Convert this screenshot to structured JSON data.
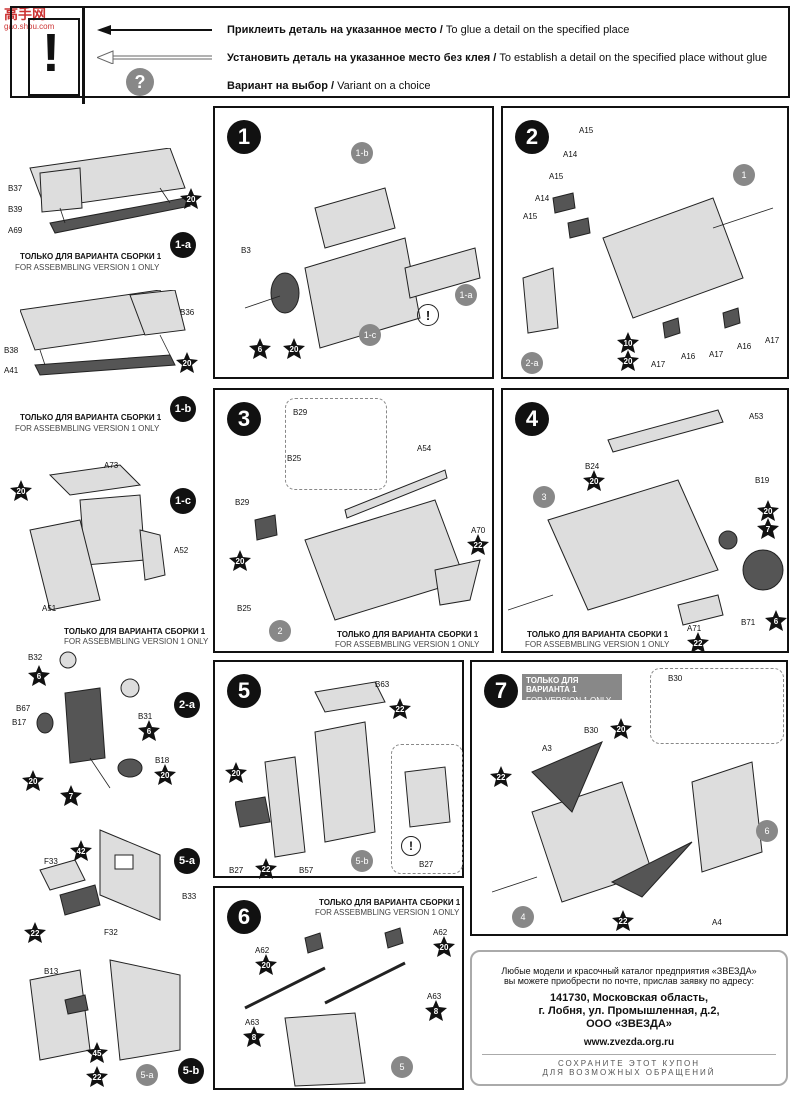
{
  "watermark": {
    "logo": "高手网",
    "sub": "gao.shou.com"
  },
  "legend": {
    "glue_ru": "Приклеить деталь на указанное место /",
    "glue_en": " To glue a detail on the specified place",
    "noglue_ru": "Установить деталь на указанное место без клея /",
    "noglue_en": " To establish a detail on the specified place without glue",
    "variant_ru": "Вариант на выбор /",
    "variant_en": " Variant on a choice",
    "exclaim": "!",
    "question": "?"
  },
  "sub_labels": [
    "1-a",
    "1-b",
    "1-c",
    "2-a",
    "5-a",
    "5-b"
  ],
  "steps": [
    "1",
    "2",
    "3",
    "4",
    "5",
    "6",
    "7"
  ],
  "notes": {
    "only_ru": "ТОЛЬКО ДЛЯ ВАРИАНТА СБОРКИ 1",
    "only_en": "FOR ASSEBMBLING VERSION  1 ONLY",
    "v1_ru": "ТОЛЬКО ДЛЯ ВАРИАНТА 1",
    "v1_en": "FOR VERSION  1 ONLY"
  },
  "parts": {
    "s1a": [
      "B37",
      "B39",
      "A69",
      "20"
    ],
    "s1b": [
      "B36",
      "B38",
      "A41",
      "20"
    ],
    "s1c": [
      "A73",
      "A52",
      "A51",
      "20"
    ],
    "s2a": [
      "B32",
      "6",
      "B67",
      "B17",
      "B31",
      "6",
      "B18",
      "20",
      "20",
      "7"
    ],
    "s5a": [
      "42",
      "F33",
      "B33",
      "F32",
      "22"
    ],
    "s5b": [
      "B13",
      "45",
      "22"
    ],
    "p1": [
      "1-b",
      "B3",
      "1-c",
      "1-a",
      "6",
      "20"
    ],
    "p2": [
      "A15",
      "A14",
      "A15",
      "A14",
      "A15",
      "1",
      "2-a",
      "A17",
      "A16",
      "A17",
      "A16",
      "A17",
      "10",
      "20"
    ],
    "p3": [
      "B29",
      "B25",
      "A54",
      "B29",
      "B25",
      "A70",
      "22",
      "20",
      "2"
    ],
    "p4": [
      "A53",
      "B24",
      "20",
      "B19",
      "3",
      "20",
      "7",
      "B71",
      "6",
      "A71",
      "22"
    ],
    "p5": [
      "B63",
      "22",
      "20",
      "B27",
      "22",
      "B57",
      "5-b",
      "B27"
    ],
    "p6": [
      "A62",
      "20",
      "A62",
      "20",
      "A63",
      "8",
      "A63",
      "8",
      "5"
    ],
    "p7": [
      "B30",
      "B30",
      "20",
      "A3",
      "22",
      "6",
      "4",
      "22",
      "A4"
    ]
  },
  "coupon": {
    "line1": "Любые модели и красочный каталог предприятия «ЗВЕЗДА»",
    "line2": "вы можете приобрести по почте, прислав заявку по адресу:",
    "addr1": "141730, Московская область,",
    "addr2": "г. Лобня, ул. Промышленная, д.2,",
    "addr3": "ООО «ЗВЕЗДА»",
    "web": "www.zvezda.org.ru",
    "bottom1": "СОХРАНИТЕ ЭТОТ КУПОН",
    "bottom2": "ДЛЯ ВОЗМОЖНЫХ ОБРАЩЕНИЙ"
  }
}
